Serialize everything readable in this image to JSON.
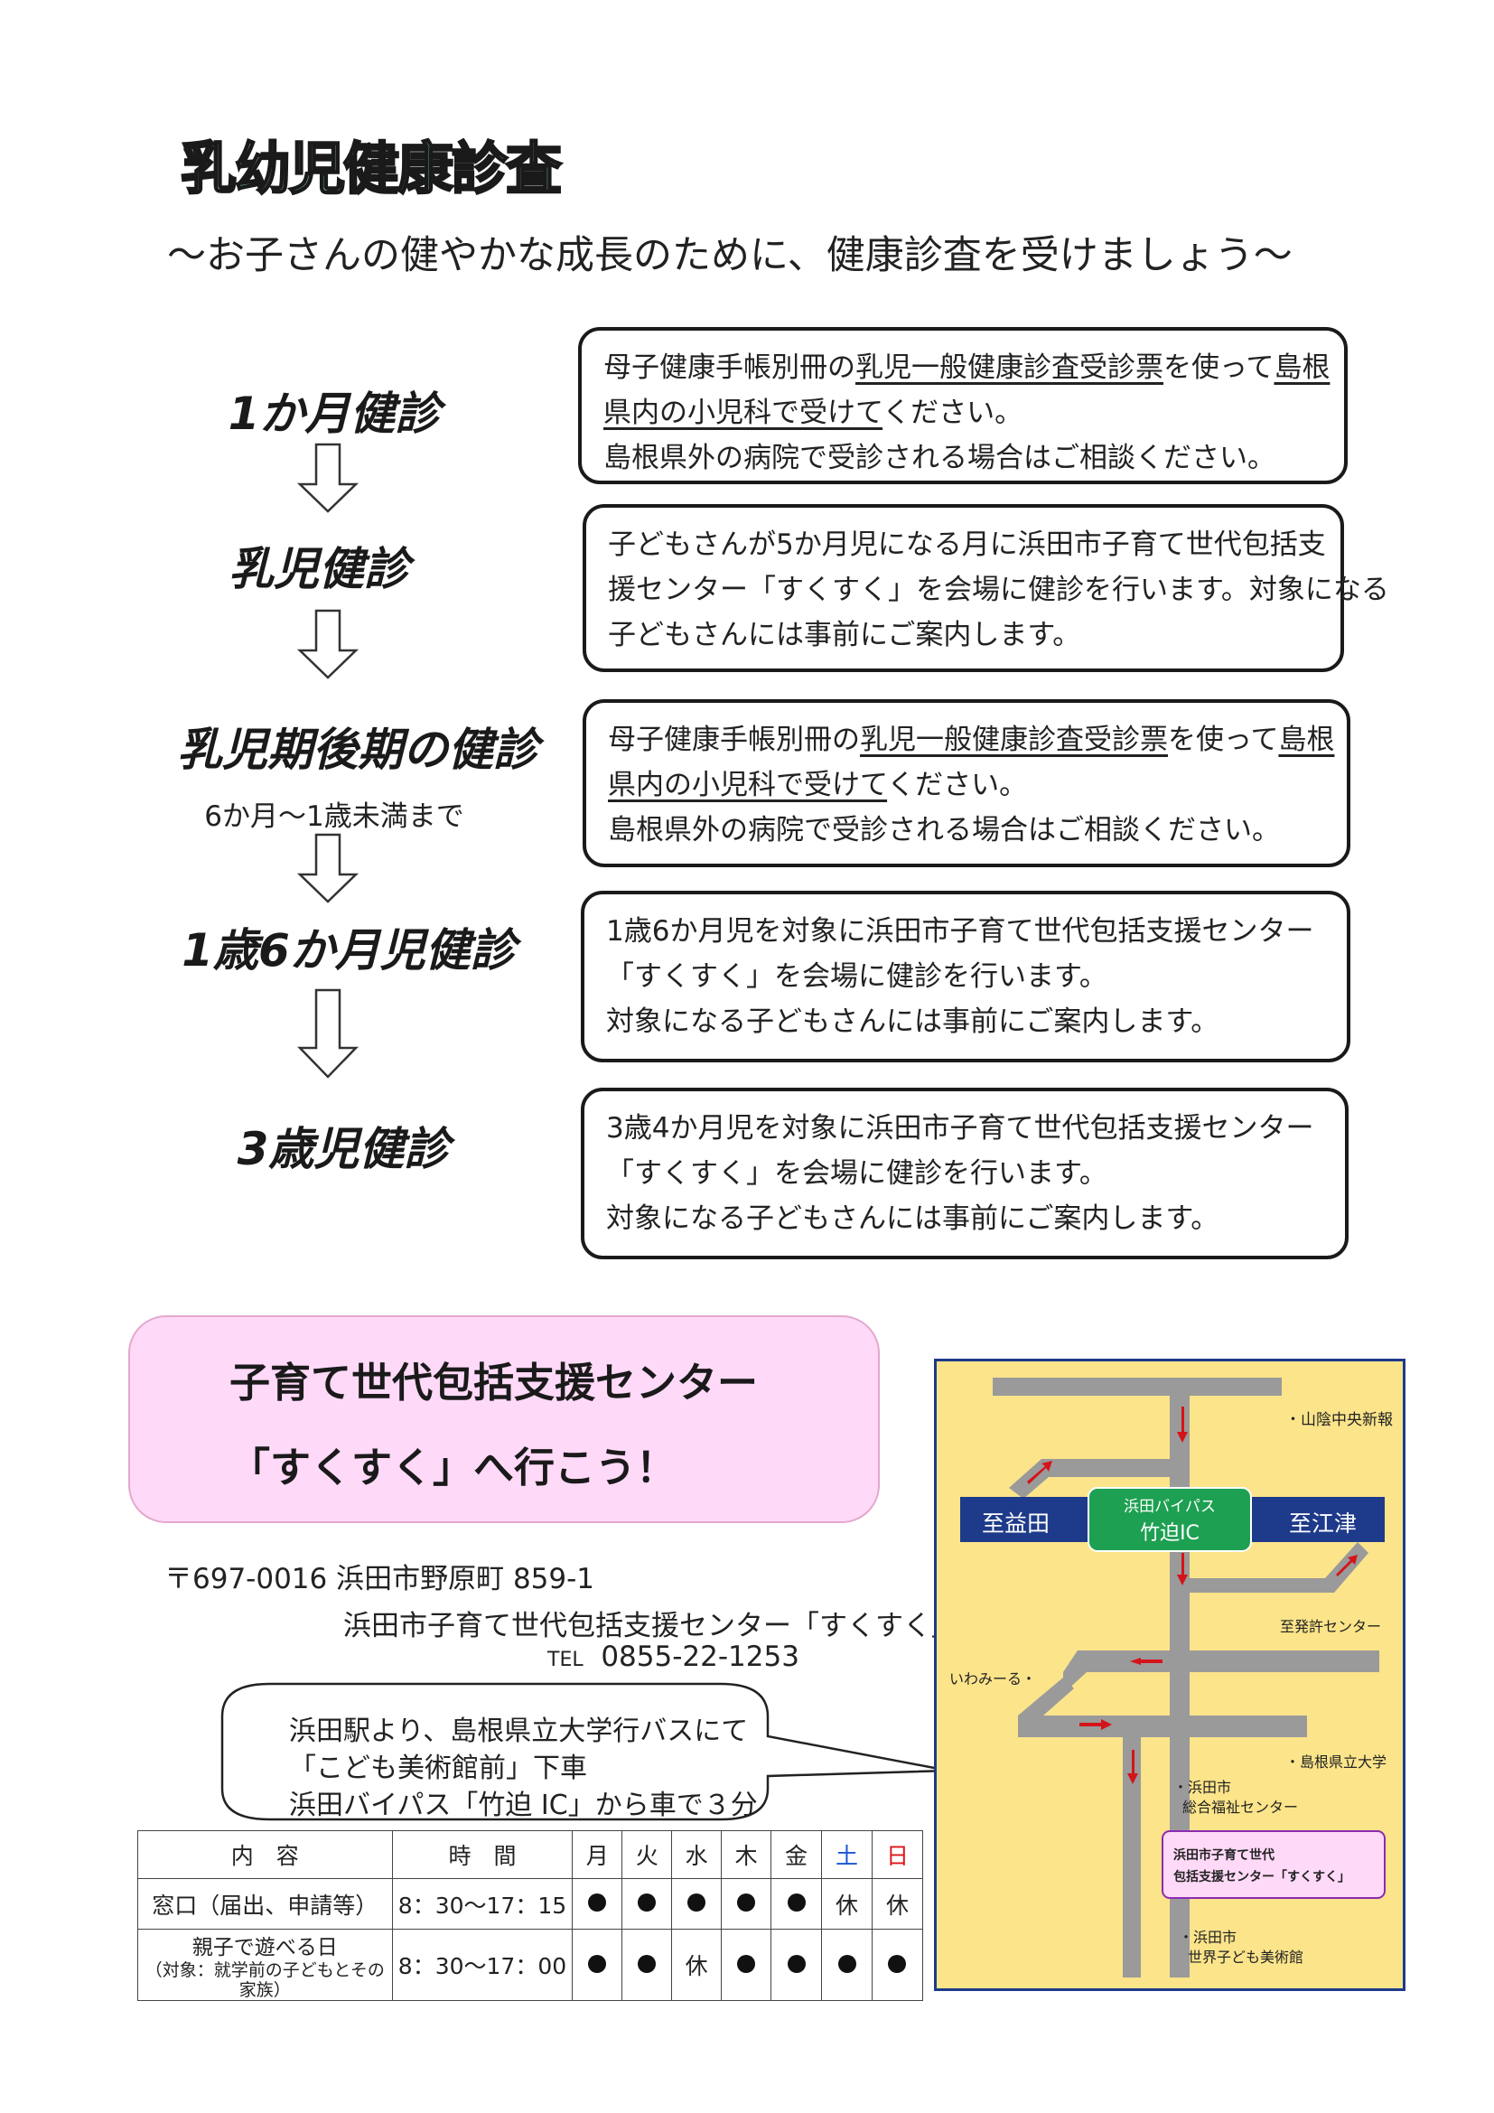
{
  "header": {
    "title": "乳幼児健康診査",
    "subtitle": "～お子さんの健やかな成長のために、健康診査を受けましょう～"
  },
  "stages": [
    {
      "label": "1か月健診",
      "lines": [
        [
          {
            "t": "母子健康手帳別冊の"
          },
          {
            "t": "乳児一般健康診査受診票",
            "u": true
          },
          {
            "t": "を使って"
          },
          {
            "t": "島根",
            "u": true
          }
        ],
        [
          {
            "t": "県内の小児科で受けて",
            "u": true
          },
          {
            "t": "ください。"
          }
        ],
        [
          {
            "t": "島根県外の病院で受診される場合はご相談ください。"
          }
        ]
      ]
    },
    {
      "label": "乳児健診",
      "lines": [
        [
          {
            "t": "子どもさんが5か月児になる月に浜田市子育て世代包括支"
          }
        ],
        [
          {
            "t": "援センター「すくすく」を会場に健診を行います。対象になる"
          }
        ],
        [
          {
            "t": "子どもさんには事前にご案内します。"
          }
        ]
      ]
    },
    {
      "label": "乳児期後期の健診",
      "note": "6か月～1歳未満まで",
      "lines": [
        [
          {
            "t": "母子健康手帳別冊の"
          },
          {
            "t": "乳児一般健康診査受診票",
            "u": true
          },
          {
            "t": "を使って"
          },
          {
            "t": "島根",
            "u": true
          }
        ],
        [
          {
            "t": "県内の小児科で受けて",
            "u": true
          },
          {
            "t": "ください。"
          }
        ],
        [
          {
            "t": "島根県外の病院で受診される場合はご相談ください。"
          }
        ]
      ]
    },
    {
      "label": "1歳6か月児健診",
      "lines": [
        [
          {
            "t": "1歳6か月児を対象に浜田市子育て世代包括支援センター"
          }
        ],
        [
          {
            "t": "「すくすく」を会場に健診を行います。"
          }
        ],
        [
          {
            "t": "対象になる子どもさんには事前にご案内します。"
          }
        ]
      ]
    },
    {
      "label": "3歳児健診",
      "lines": [
        [
          {
            "t": "3歳4か月児を対象に浜田市子育て世代包括支援センター"
          }
        ],
        [
          {
            "t": "「すくすく」を会場に健診を行います。"
          }
        ],
        [
          {
            "t": "対象になる子どもさんには事前にご案内します。"
          }
        ]
      ]
    }
  ],
  "center_panel": {
    "line1": "子育て世代包括支援センター",
    "line2": "「すくすく」へ行こう！"
  },
  "contact": {
    "address": "〒697-0016 浜田市野原町 859-1",
    "name": "浜田市子育て世代包括支援センター「すくすく」",
    "tel_prefix": "TEL",
    "tel": "0855-22-1253"
  },
  "access": {
    "lines": [
      "浜田駅より、島根県立大学行バスにて",
      "「こども美術館前」下車",
      "浜田バイパス「竹迫 IC」から車で３分"
    ]
  },
  "hours_table": {
    "headers": [
      "内　容",
      "時　間",
      "月",
      "火",
      "水",
      "木",
      "金",
      "土",
      "日"
    ],
    "rows": [
      {
        "label": "窓口（届出、申請等）",
        "sublabel": "",
        "time": "8：30～17：15",
        "days": [
          "●",
          "●",
          "●",
          "●",
          "●",
          "休",
          "休"
        ]
      },
      {
        "label": "親子で遊べる日",
        "sublabel": "（対象：就学前の子どもとその家族）",
        "time": "8：30～17：00",
        "days": [
          "●",
          "●",
          "休",
          "●",
          "●",
          "●",
          "●"
        ]
      }
    ]
  },
  "map": {
    "labels": {
      "newspaper": "・山陰中央新報",
      "masuda": "至益田",
      "bypass": "浜田バイパス",
      "ic": "竹迫IC",
      "gotsu": "至江津",
      "center": "至発許センター",
      "iwami": "いわみーる・",
      "univ": "・島根県立大学",
      "welfare1": "・浜田市",
      "welfare2": "総合福祉センター",
      "dest1": "浜田市子育て世代",
      "dest2": "包括支援センター「すくすく」",
      "museum1": "・浜田市",
      "museum2": "世界子ども美術館"
    }
  },
  "colors": {
    "title_fill": "#9fe3f3",
    "panel_pink": "#ffd9f8",
    "map_bg": "#fbe48a",
    "map_blue": "#1e3a8a",
    "ic_green": "#1ea052",
    "arrow_red": "#d4141a",
    "sat_blue": "#1a56d6",
    "sun_red": "#e0141a"
  }
}
